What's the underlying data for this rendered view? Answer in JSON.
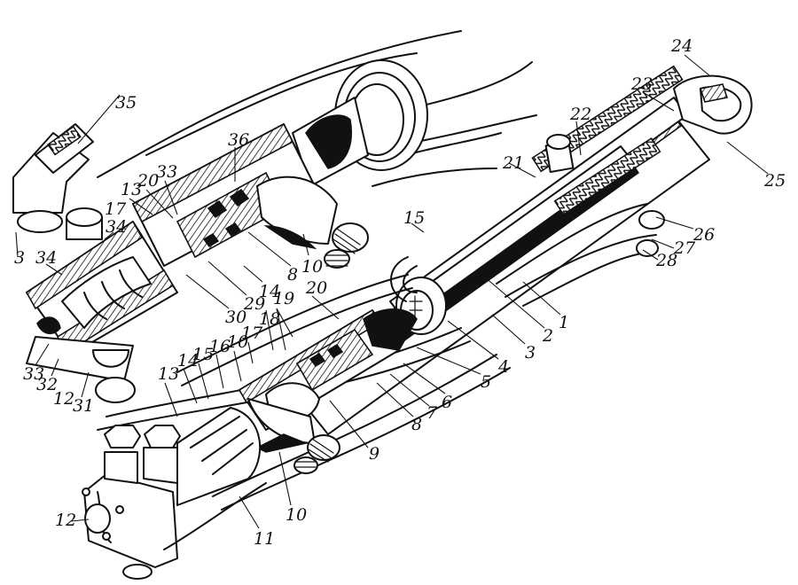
{
  "figure": {
    "type": "technical-cutaway-drawing",
    "subject": "power steering assembly with hydraulic cylinder, control valve and steering linkage",
    "ink_color": "#111111",
    "background_color": "#ffffff"
  },
  "callouts": [
    {
      "id": "c35a",
      "label": "35"
    },
    {
      "id": "c36",
      "label": "36"
    },
    {
      "id": "c13a",
      "label": "13"
    },
    {
      "id": "c20a",
      "label": "20"
    },
    {
      "id": "c33a",
      "label": "33"
    },
    {
      "id": "c17a",
      "label": "17"
    },
    {
      "id": "c34a",
      "label": "34"
    },
    {
      "id": "c3a",
      "label": "3"
    },
    {
      "id": "c34b",
      "label": "34"
    },
    {
      "id": "c8a",
      "label": "8"
    },
    {
      "id": "c10a",
      "label": "10"
    },
    {
      "id": "c29",
      "label": "29"
    },
    {
      "id": "c14a",
      "label": "14"
    },
    {
      "id": "c30",
      "label": "30"
    },
    {
      "id": "c33b",
      "label": "33"
    },
    {
      "id": "c32",
      "label": "32"
    },
    {
      "id": "c12a",
      "label": "12"
    },
    {
      "id": "c31",
      "label": "31"
    },
    {
      "id": "c19",
      "label": "19"
    },
    {
      "id": "c18",
      "label": "18"
    },
    {
      "id": "c20b",
      "label": "20"
    },
    {
      "id": "c13b",
      "label": "13"
    },
    {
      "id": "c14b",
      "label": "14"
    },
    {
      "id": "c15a",
      "label": "15"
    },
    {
      "id": "c16",
      "label": "16"
    },
    {
      "id": "c10b",
      "label": "10"
    },
    {
      "id": "c17b",
      "label": "17"
    },
    {
      "id": "c9",
      "label": "9"
    },
    {
      "id": "c8b",
      "label": "8"
    },
    {
      "id": "c7",
      "label": "7"
    },
    {
      "id": "c6",
      "label": "6"
    },
    {
      "id": "c5",
      "label": "5"
    },
    {
      "id": "c4",
      "label": "4"
    },
    {
      "id": "c3b",
      "label": "3"
    },
    {
      "id": "c2",
      "label": "2"
    },
    {
      "id": "c1",
      "label": "1"
    },
    {
      "id": "c15b",
      "label": "15"
    },
    {
      "id": "c21",
      "label": "21"
    },
    {
      "id": "c22",
      "label": "22"
    },
    {
      "id": "c23",
      "label": "23"
    },
    {
      "id": "c24",
      "label": "24"
    },
    {
      "id": "c25",
      "label": "25"
    },
    {
      "id": "c26",
      "label": "26"
    },
    {
      "id": "c27",
      "label": "27"
    },
    {
      "id": "c28",
      "label": "28"
    },
    {
      "id": "c11",
      "label": "11"
    },
    {
      "id": "c10c",
      "label": "10"
    },
    {
      "id": "c12b",
      "label": "12"
    }
  ]
}
